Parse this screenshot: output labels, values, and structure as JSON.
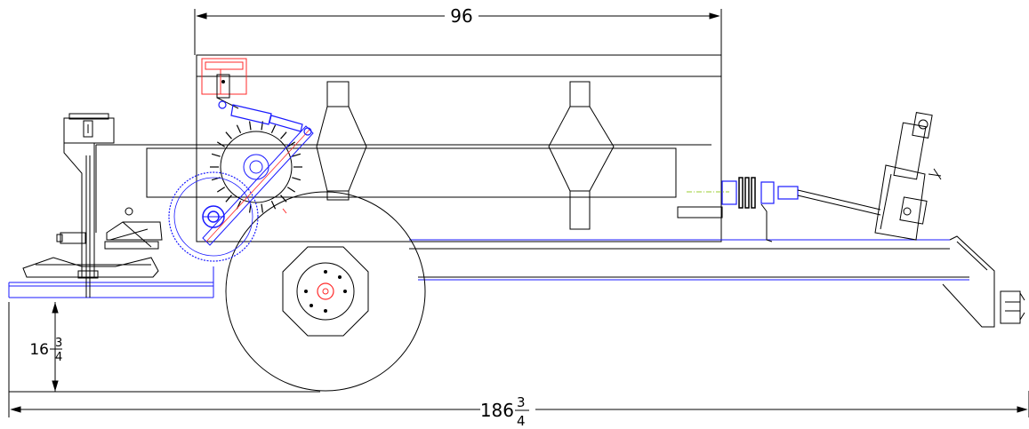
{
  "dimensions": {
    "top_length": "96",
    "ground_height": {
      "whole": "16",
      "numerator": "3",
      "denominator": "4"
    },
    "overall_length": {
      "whole": "186",
      "numerator": "3",
      "denominator": "4"
    }
  },
  "colors": {
    "line": "#000000",
    "blue": "#1a1aff",
    "red": "#ff2a2a",
    "green": "#9acd32"
  }
}
